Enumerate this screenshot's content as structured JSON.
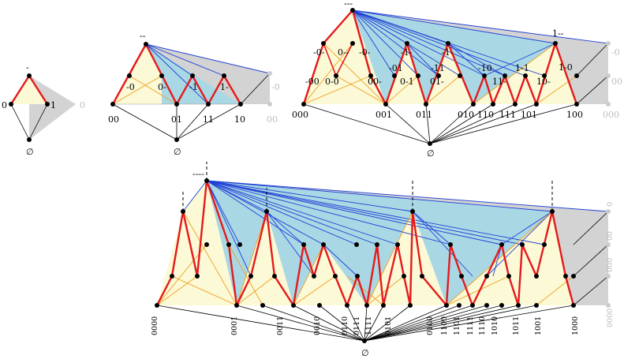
{
  "panels": [
    {
      "id": "n1",
      "top": "-",
      "leaves": [
        "0",
        "1"
      ],
      "faded_leaves": [
        "0"
      ],
      "empty": "∅"
    },
    {
      "id": "n2",
      "top": "--",
      "mid": [
        "-0",
        "0-",
        "-1",
        "1-"
      ],
      "leaves": [
        "00",
        "01",
        "11",
        "10"
      ],
      "faded": [
        "-0",
        "00"
      ],
      "empty": "∅"
    },
    {
      "id": "n3",
      "top": "---",
      "top_right": "1--",
      "upper": [
        "-0-",
        "0--",
        "-0-",
        "-1-",
        "-1-",
        "1-0"
      ],
      "mid": [
        "-00",
        "0-0",
        "00-",
        "-01",
        "0-1",
        "01-",
        "-11",
        "-10",
        "11-",
        "1-1",
        "10-"
      ],
      "leaves": [
        "000",
        "001",
        "011",
        "010",
        "110",
        "111",
        "101",
        "100"
      ],
      "faded": [
        "-0",
        "00",
        "000"
      ],
      "empty": "∅"
    },
    {
      "id": "n4",
      "top": "----",
      "leaves": [
        "0000",
        "0001",
        "0011",
        "0010",
        "0110",
        "0111",
        "1111",
        "0101",
        "0100",
        "1100",
        "1101",
        "1111",
        "1110",
        "1010",
        "1011",
        "1001",
        "1000"
      ],
      "faded": [
        "0",
        "00",
        "000",
        "0000"
      ],
      "empty": "∅"
    }
  ]
}
